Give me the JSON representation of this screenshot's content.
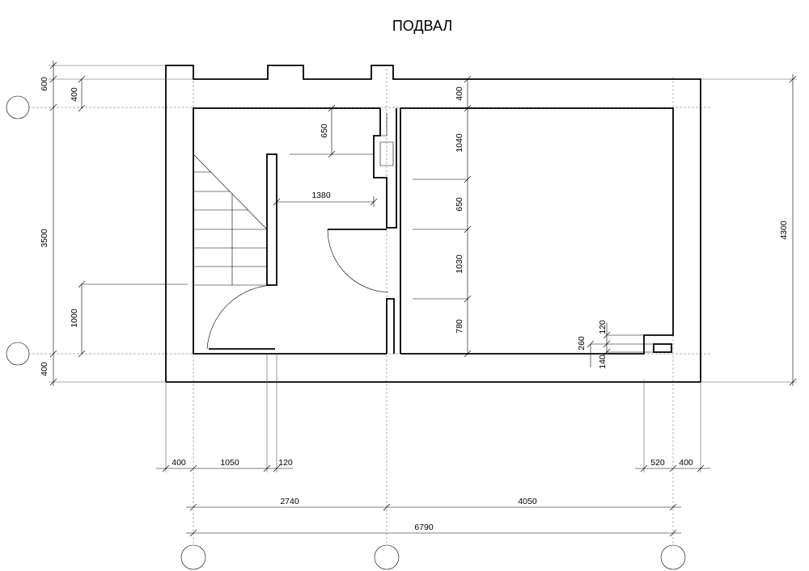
{
  "title": "ПОДВАЛ",
  "dimensions": {
    "left_600": "600",
    "left_400_top": "400",
    "left_3500": "3500",
    "left_1000": "1000",
    "left_400_bottom": "400",
    "right_4300": "4300",
    "inner_650_top": "650",
    "inner_1380": "1380",
    "mid_400": "400",
    "mid_1040": "1040",
    "mid_650": "650",
    "mid_1030": "1030",
    "mid_780": "780",
    "small_120": "120",
    "small_260": "260",
    "small_140": "140",
    "bottom_400_left": "400",
    "bottom_1050": "1050",
    "bottom_120": "120",
    "bottom_520": "520",
    "bottom_400_right": "400",
    "total_2740": "2740",
    "total_4050": "4050",
    "total_6790": "6790"
  }
}
